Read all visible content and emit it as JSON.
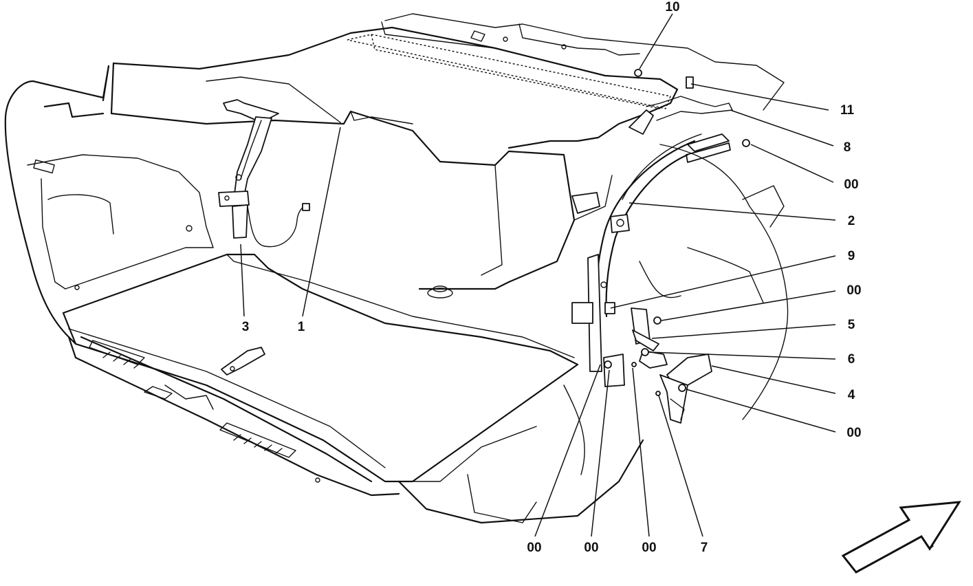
{
  "callouts": [
    {
      "id": "c10",
      "label": "10"
    },
    {
      "id": "c11",
      "label": "11"
    },
    {
      "id": "c8",
      "label": "8"
    },
    {
      "id": "c00a",
      "label": "00"
    },
    {
      "id": "c2",
      "label": "2"
    },
    {
      "id": "c9",
      "label": "9"
    },
    {
      "id": "c00b",
      "label": "00"
    },
    {
      "id": "c5",
      "label": "5"
    },
    {
      "id": "c6",
      "label": "6"
    },
    {
      "id": "c4",
      "label": "4"
    },
    {
      "id": "c00c",
      "label": "00"
    },
    {
      "id": "c3",
      "label": "3"
    },
    {
      "id": "c1",
      "label": "1"
    },
    {
      "id": "c00d",
      "label": "00"
    },
    {
      "id": "c00e",
      "label": "00"
    },
    {
      "id": "c00f",
      "label": "00"
    },
    {
      "id": "c7",
      "label": "7"
    }
  ],
  "icons": {
    "direction_arrow": "direction-arrow-icon"
  }
}
